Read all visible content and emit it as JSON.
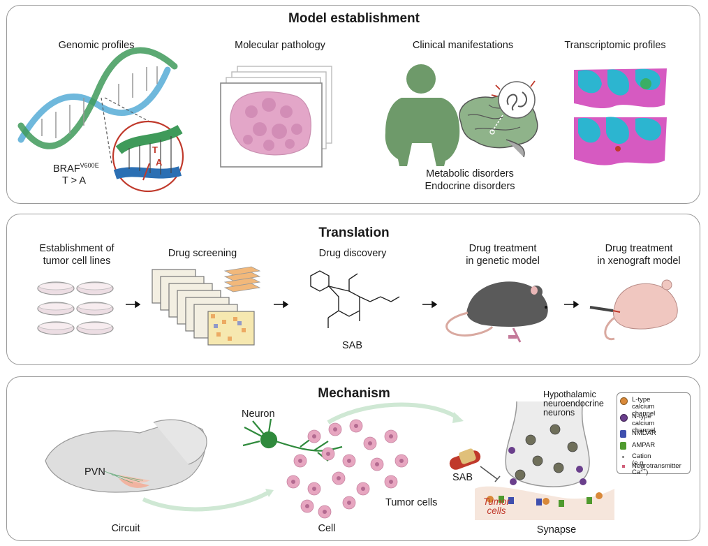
{
  "panels": {
    "model": {
      "title": "Model establishment",
      "labels": {
        "genomic": "Genomic profiles",
        "molecular": "Molecular pathology",
        "clinical": "Clinical manifestations",
        "transcriptomic": "Transcriptomic profiles",
        "braf": "BRAF",
        "braf_sup": "V600E",
        "mutation": "T > A",
        "metabolic": "Metabolic disorders",
        "endocrine": "Endocrine disorders",
        "dna_t": "T",
        "dna_a": "A"
      }
    },
    "translation": {
      "title": "Translation",
      "steps": [
        "Establishment of\ntumor cell lines",
        "Drug screening",
        "Drug discovery",
        "Drug treatment\nin genetic model",
        "Drug treatment\nin xenograft model"
      ],
      "sab": "SAB"
    },
    "mechanism": {
      "title": "Mechanism",
      "labels": {
        "pvn": "PVN",
        "neuron": "Neuron",
        "tumor_cells": "Tumor cells",
        "sab": "SAB",
        "tumor_cells_red": "Tumor\ncells",
        "hypothalamic": "Hypothalamic\nneuroendocrine\nneurons",
        "circuit": "Circuit",
        "cell": "Cell",
        "synapse": "Synapse"
      },
      "legend": [
        {
          "icon": "l-type-calcium-channel-icon",
          "text": "L-type calcium\nchannel",
          "color": "#d9893a"
        },
        {
          "icon": "n-type-calcium-channel-icon",
          "text": "N-type calcium\nchannel",
          "color": "#6a3f8c"
        },
        {
          "icon": "nmdar-icon",
          "text": "NMDAR",
          "color": "#3f4fae"
        },
        {
          "icon": "ampar-icon",
          "text": "AMPAR",
          "color": "#4f9a2e"
        },
        {
          "icon": "cation-icon",
          "text": "Cation (e.g. Ca",
          "sup": "2+",
          "tail": ")",
          "color": "#777777"
        },
        {
          "icon": "neurotransmitter-icon",
          "text": "Neurotransmitter",
          "color": "#d0607a"
        }
      ]
    }
  },
  "colors": {
    "panel_border": "#9a9a9a",
    "dna_green": "#3f9a5a",
    "dna_blue": "#2b6fb3",
    "he_pink": "#e3a6c8",
    "figure_green": "#6e9a6a",
    "mouse_gray": "#5a5a5a",
    "neuron_green": "#2f8a3c",
    "tumor_pink": "#e7a6c0",
    "red_text": "#c0392b"
  }
}
